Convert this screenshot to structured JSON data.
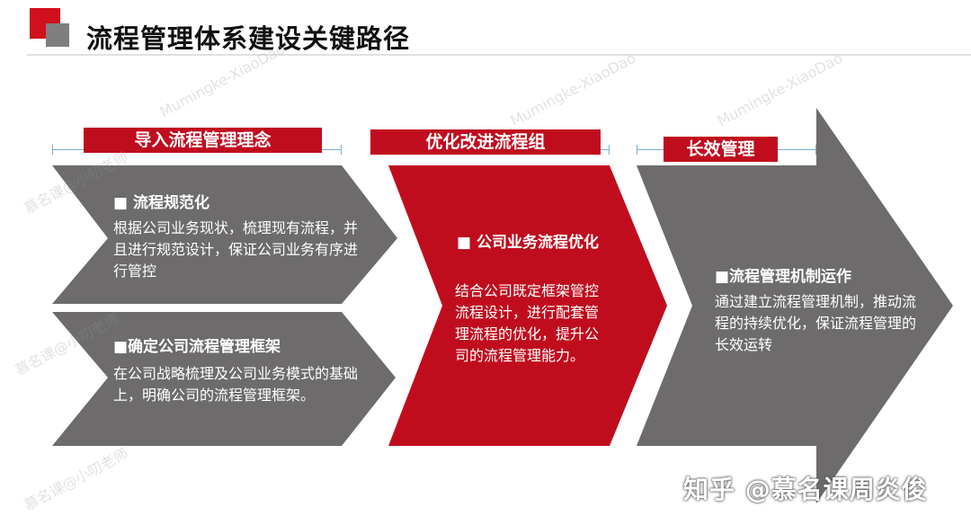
{
  "title": "流程管理体系建设关键路径",
  "stages": [
    {
      "label": "导入流程管理理念"
    },
    {
      "label": "优化改进流程组"
    },
    {
      "label": "长效管理"
    }
  ],
  "boxes": [
    {
      "heading": "■  流程规范化",
      "body": "根据公司业务现状，梳理现有流程，并且进行规范设计，保证公司业务有序进行管控"
    },
    {
      "heading": "■确定公司流程管理框架",
      "body": "在公司战略梳理及公司业务模式的基础上，明确公司的流程管理框架。"
    },
    {
      "heading": "■  公司业务流程优化",
      "body": "结合公司既定框架管控流程设计，进行配套管理流程的优化，提升公司的流程管理能力。"
    },
    {
      "heading": "■流程管理机制运作",
      "body": "通过建立流程管理机制，推动流程的持续优化，保证流程管理的长效运转"
    }
  ],
  "watermarks": [
    "Mumingke-XiaoDao",
    "慕名课@小叨老师"
  ],
  "footer": "知乎 @慕名课周炎俊",
  "colors": {
    "red": "#c00d1e",
    "gray": "#6d6b6c",
    "dark_gray": "#7f7f7f"
  }
}
